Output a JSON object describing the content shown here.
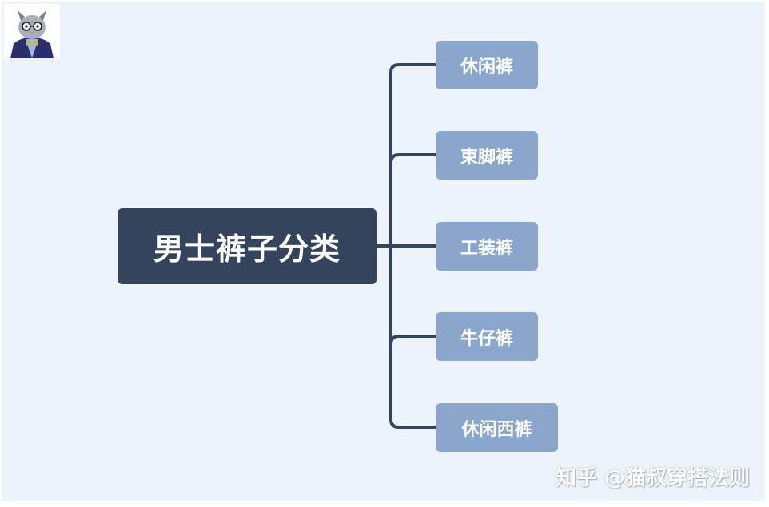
{
  "root": {
    "label": "男士裤子分类"
  },
  "branches": [
    {
      "label": "休闲裤"
    },
    {
      "label": "束脚裤"
    },
    {
      "label": "工装裤"
    },
    {
      "label": "牛仔裤"
    },
    {
      "label": "休闲西裤"
    }
  ],
  "watermark": "知乎 @猫叔穿搭法则",
  "colors": {
    "background": "#edf3fa",
    "root_fill": "#33445c",
    "branch_fill": "#8ba6cc",
    "connector": "#33445c",
    "text": "#ffffff"
  },
  "avatar_icon": "cat-with-glasses-avatar-icon"
}
